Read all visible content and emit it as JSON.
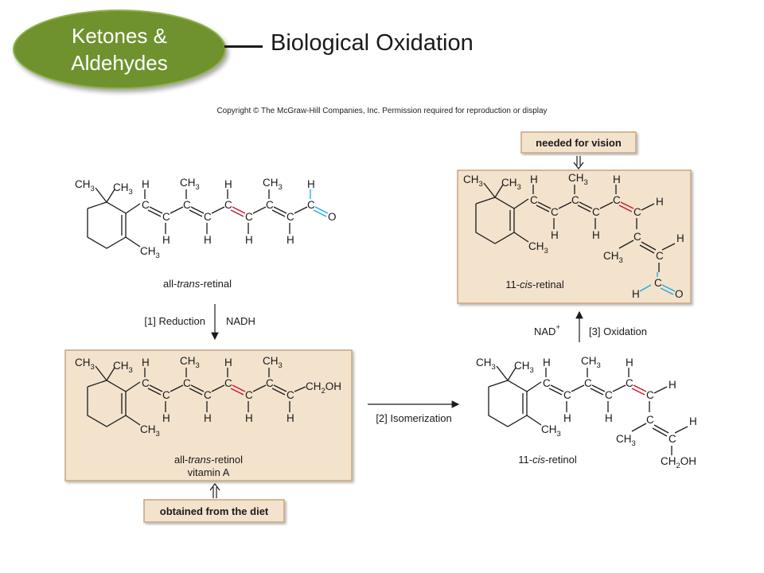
{
  "header": {
    "topic_line1": "Ketones &",
    "topic_line2": "Aldehydes",
    "title": "Biological Oxidation"
  },
  "copyright": "Copyright © The McGraw-Hill Companies, Inc. Permission required for reproduction or display",
  "colors": {
    "badge": "#6f922f",
    "panel": "#f3e3cc",
    "panel_border": "#c8a583",
    "red_bond": "#c8102e",
    "blue_group": "#1aa7e0"
  },
  "molecules": {
    "trans_retinal": {
      "name_prefix": "all-",
      "name_italic": "trans",
      "name_suffix": "-retinal"
    },
    "trans_retinol": {
      "name_prefix": "all-",
      "name_italic": "trans",
      "name_suffix": "-retinol",
      "subtitle": "vitamin A",
      "end_group": "CH2OH"
    },
    "cis_retinal": {
      "name_prefix": "11-",
      "name_italic": "cis",
      "name_suffix": "-retinal"
    },
    "cis_retinol": {
      "name_prefix": "11-",
      "name_italic": "cis",
      "name_suffix": "-retinol"
    }
  },
  "steps": {
    "reduction": {
      "label": "[1] Reduction",
      "reagent": "NADH"
    },
    "isomerization": {
      "label": "[2] Isomerization"
    },
    "oxidation": {
      "label": "[3] Oxidation",
      "reagent": "NAD",
      "reagent_charge": "+"
    }
  },
  "notes": {
    "vision": "needed for vision",
    "diet": "obtained from the diet"
  }
}
